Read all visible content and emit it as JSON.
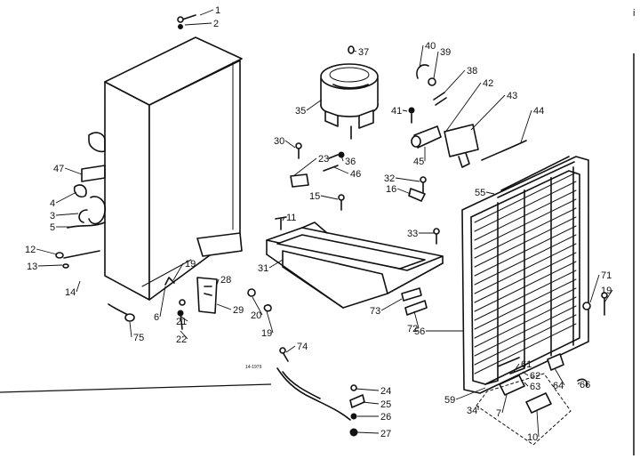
{
  "corner_mark": "i",
  "small_note": "14-1979",
  "callouts": [
    "1",
    "2",
    "3",
    "4",
    "5",
    "6",
    "7",
    "10",
    "11",
    "12",
    "13",
    "14",
    "15",
    "16",
    "19",
    "19",
    "19",
    "20",
    "21",
    "22",
    "23",
    "24",
    "25",
    "26",
    "27",
    "28",
    "29",
    "30",
    "31",
    "32",
    "33",
    "34",
    "35",
    "36",
    "37",
    "38",
    "39",
    "40",
    "41",
    "42",
    "43",
    "44",
    "45",
    "46",
    "47",
    "55",
    "56",
    "59",
    "61",
    "62",
    "63",
    "64",
    "66",
    "71",
    "72",
    "73",
    "74",
    "75"
  ]
}
